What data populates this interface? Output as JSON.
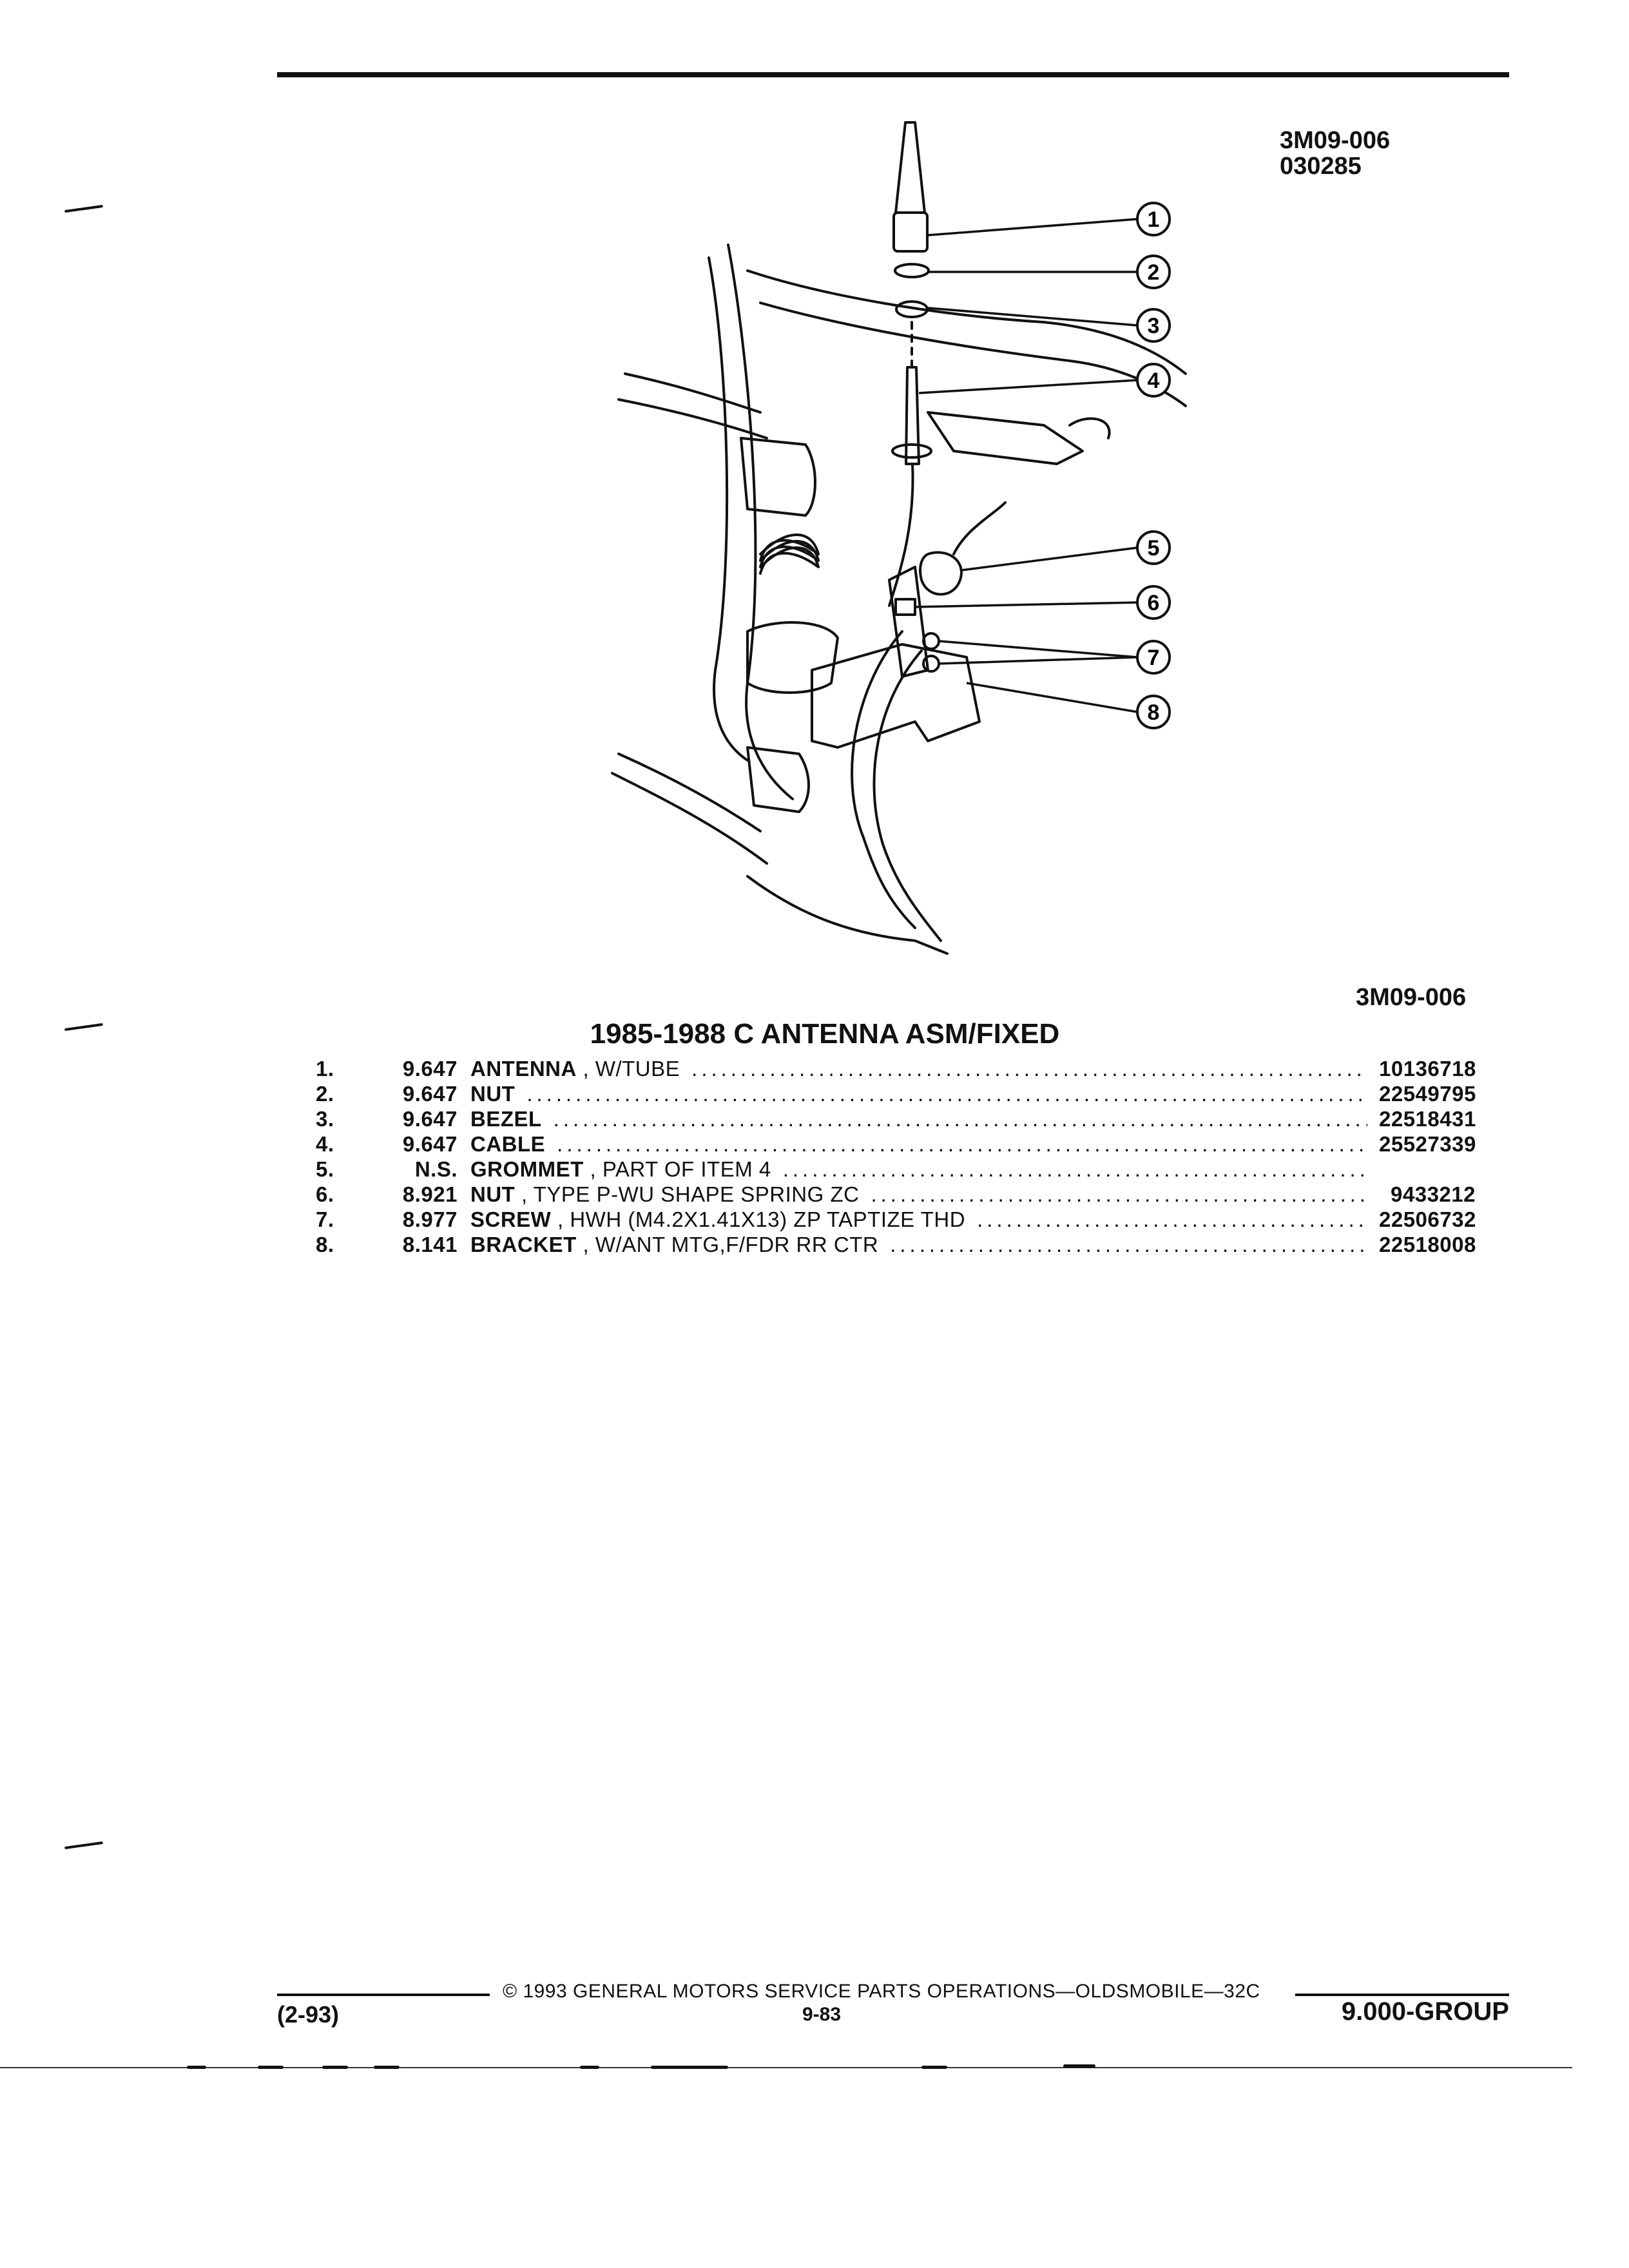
{
  "figure": {
    "code_top": "3M09-006",
    "date_code": "030285",
    "code_bottom": "3M09-006",
    "callouts": [
      "1",
      "2",
      "3",
      "4",
      "5",
      "6",
      "7",
      "8"
    ]
  },
  "title": "1985-1988 C ANTENNA ASM/FIXED",
  "parts": [
    {
      "num": "1.",
      "ver": "9.647",
      "name": "ANTENNA",
      "desc": " , W/TUBE",
      "part": "10136718"
    },
    {
      "num": "2.",
      "ver": "9.647",
      "name": "NUT",
      "desc": "",
      "part": "22549795"
    },
    {
      "num": "3.",
      "ver": "9.647",
      "name": "BEZEL",
      "desc": "",
      "part": "22518431"
    },
    {
      "num": "4.",
      "ver": "9.647",
      "name": "CABLE",
      "desc": "",
      "part": "25527339"
    },
    {
      "num": "5.",
      "ver": "N.S.",
      "name": "GROMMET",
      "desc": " , PART OF ITEM 4",
      "part": ""
    },
    {
      "num": "6.",
      "ver": "8.921",
      "name": "NUT",
      "desc": " , TYPE P-WU SHAPE SPRING ZC",
      "part": "9433212"
    },
    {
      "num": "7.",
      "ver": "8.977",
      "name": "SCREW",
      "desc": " , HWH (M4.2X1.41X13) ZP TAPTIZE THD",
      "part": "22506732"
    },
    {
      "num": "8.",
      "ver": "8.141",
      "name": "BRACKET",
      "desc": " , W/ANT MTG,F/FDR RR CTR",
      "part": "22518008"
    }
  ],
  "footer": {
    "copyright": "© 1993 GENERAL MOTORS SERVICE PARTS OPERATIONS—OLDSMOBILE—32C",
    "revision": "(2-93)",
    "page": "9-83",
    "group": "9.000-GROUP"
  }
}
